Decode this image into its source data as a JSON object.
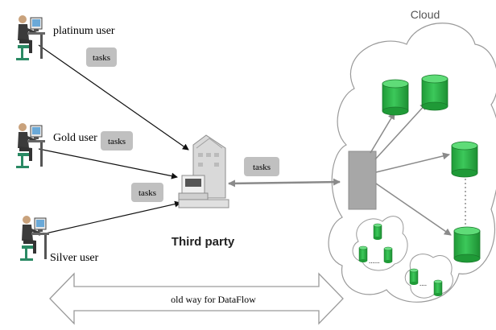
{
  "users": [
    {
      "label": "platinum user",
      "icon": "computer-user-icon"
    },
    {
      "label": "Gold user",
      "icon": "computer-user-icon"
    },
    {
      "label": "Silver user",
      "icon": "computer-user-icon"
    }
  ],
  "task_labels": [
    "tasks",
    "tasks",
    "tasks",
    "tasks"
  ],
  "third_party": {
    "label": "Third party",
    "icon": "server-building-icon"
  },
  "cloud": {
    "label": "Cloud"
  },
  "dataflow": {
    "label": "old way for DataFlow"
  },
  "colors": {
    "db_green": "#2db34a",
    "task_box": "#c0c0c0",
    "cloud_stroke": "#9a9a9a",
    "gateway": "#a7a7a7"
  }
}
